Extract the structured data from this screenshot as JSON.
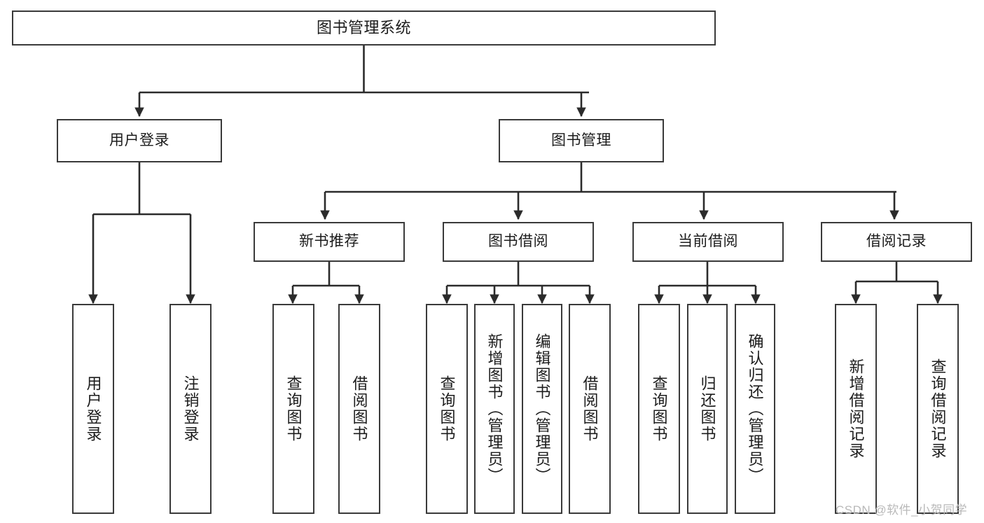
{
  "diagram": {
    "title": "图书管理系统",
    "type": "tree-hierarchy",
    "root": {
      "label": "图书管理系统"
    },
    "level1": [
      {
        "label": "用户登录"
      },
      {
        "label": "图书管理"
      }
    ],
    "level2": [
      {
        "label": "新书推荐"
      },
      {
        "label": "图书借阅"
      },
      {
        "label": "当前借阅"
      },
      {
        "label": "借阅记录"
      }
    ],
    "leaves": {
      "user_login": [
        {
          "label": "用户登录"
        },
        {
          "label": "注销登录"
        }
      ],
      "new_book_recommend": [
        {
          "label": "查询图书"
        },
        {
          "label": "借阅图书"
        }
      ],
      "book_borrow": [
        {
          "label": "查询图书"
        },
        {
          "label": "新增图书（管理员）"
        },
        {
          "label": "编辑图书（管理员）"
        },
        {
          "label": "借阅图书"
        }
      ],
      "current_borrow": [
        {
          "label": "查询图书"
        },
        {
          "label": "归还图书"
        },
        {
          "label": "确认归还（管理员）"
        }
      ],
      "borrow_record": [
        {
          "label": "新增借阅记录"
        },
        {
          "label": "查询借阅记录"
        }
      ]
    },
    "colors": {
      "node_border": "#3a3a3a",
      "node_fill": "#ffffff",
      "edge": "#2b2b2b",
      "text": "#1c1c1c",
      "watermark": "#b9b9b9"
    }
  },
  "watermark": {
    "text": "CSDN @软件_小贺同学"
  }
}
